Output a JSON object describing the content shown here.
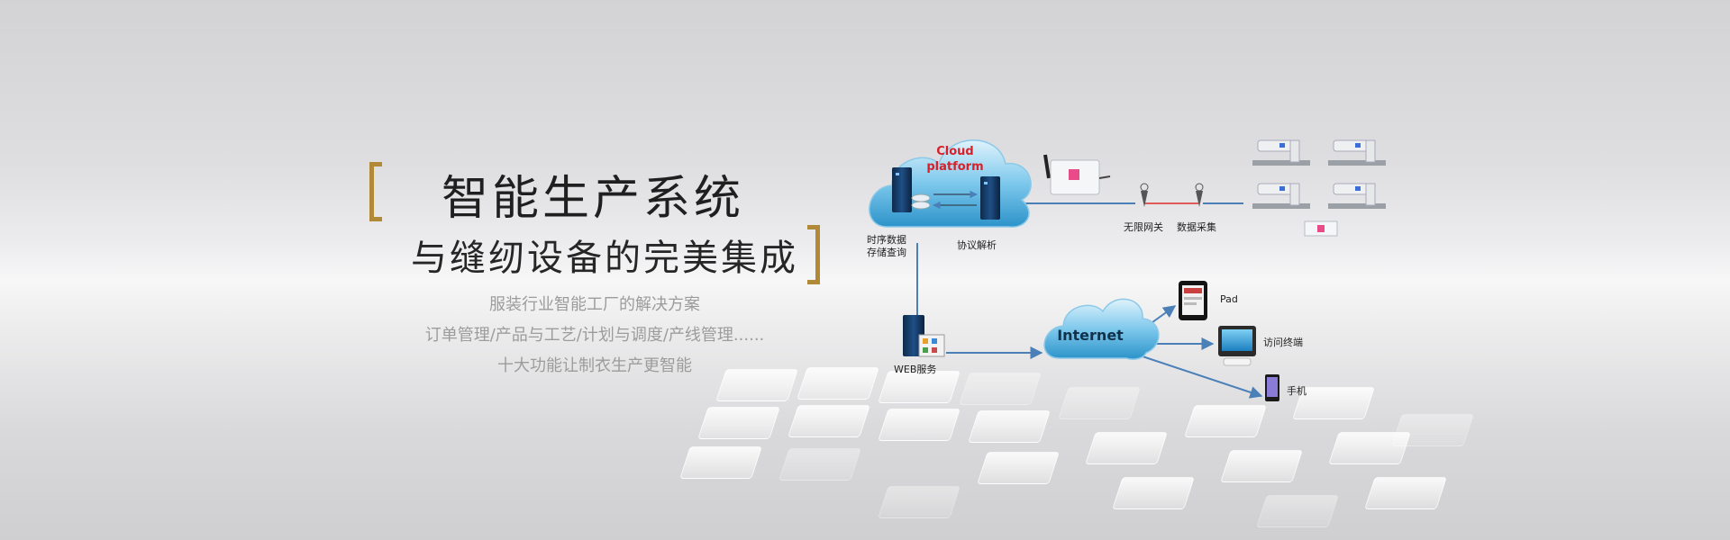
{
  "heading": {
    "title": "智能生产系统",
    "subtitle": "与缝纫设备的完美集成"
  },
  "description": [
    "服装行业智能工厂的解决方案",
    "订单管理/产品与工艺/计划与调度/产线管理......",
    "十大功能让制衣生产更智能"
  ],
  "diagram": {
    "cloud_label_1": "Cloud",
    "cloud_label_2": "platform",
    "storage_label_1": "时序数据",
    "storage_label_2": "存储查询",
    "protocol_label": "协议解析",
    "gateway_label": "无限网关",
    "collector_label": "数据采集",
    "web_label": "WEB服务",
    "internet_label": "Internet",
    "pad_label": "Pad",
    "terminal_label": "访问终端",
    "phone_label": "手机"
  },
  "colors": {
    "accent_bracket": "#b08a36",
    "cloud_blue": "#3fa9dc",
    "line_blue": "#4a7fb8",
    "cloud_text_red": "#d8202a"
  }
}
